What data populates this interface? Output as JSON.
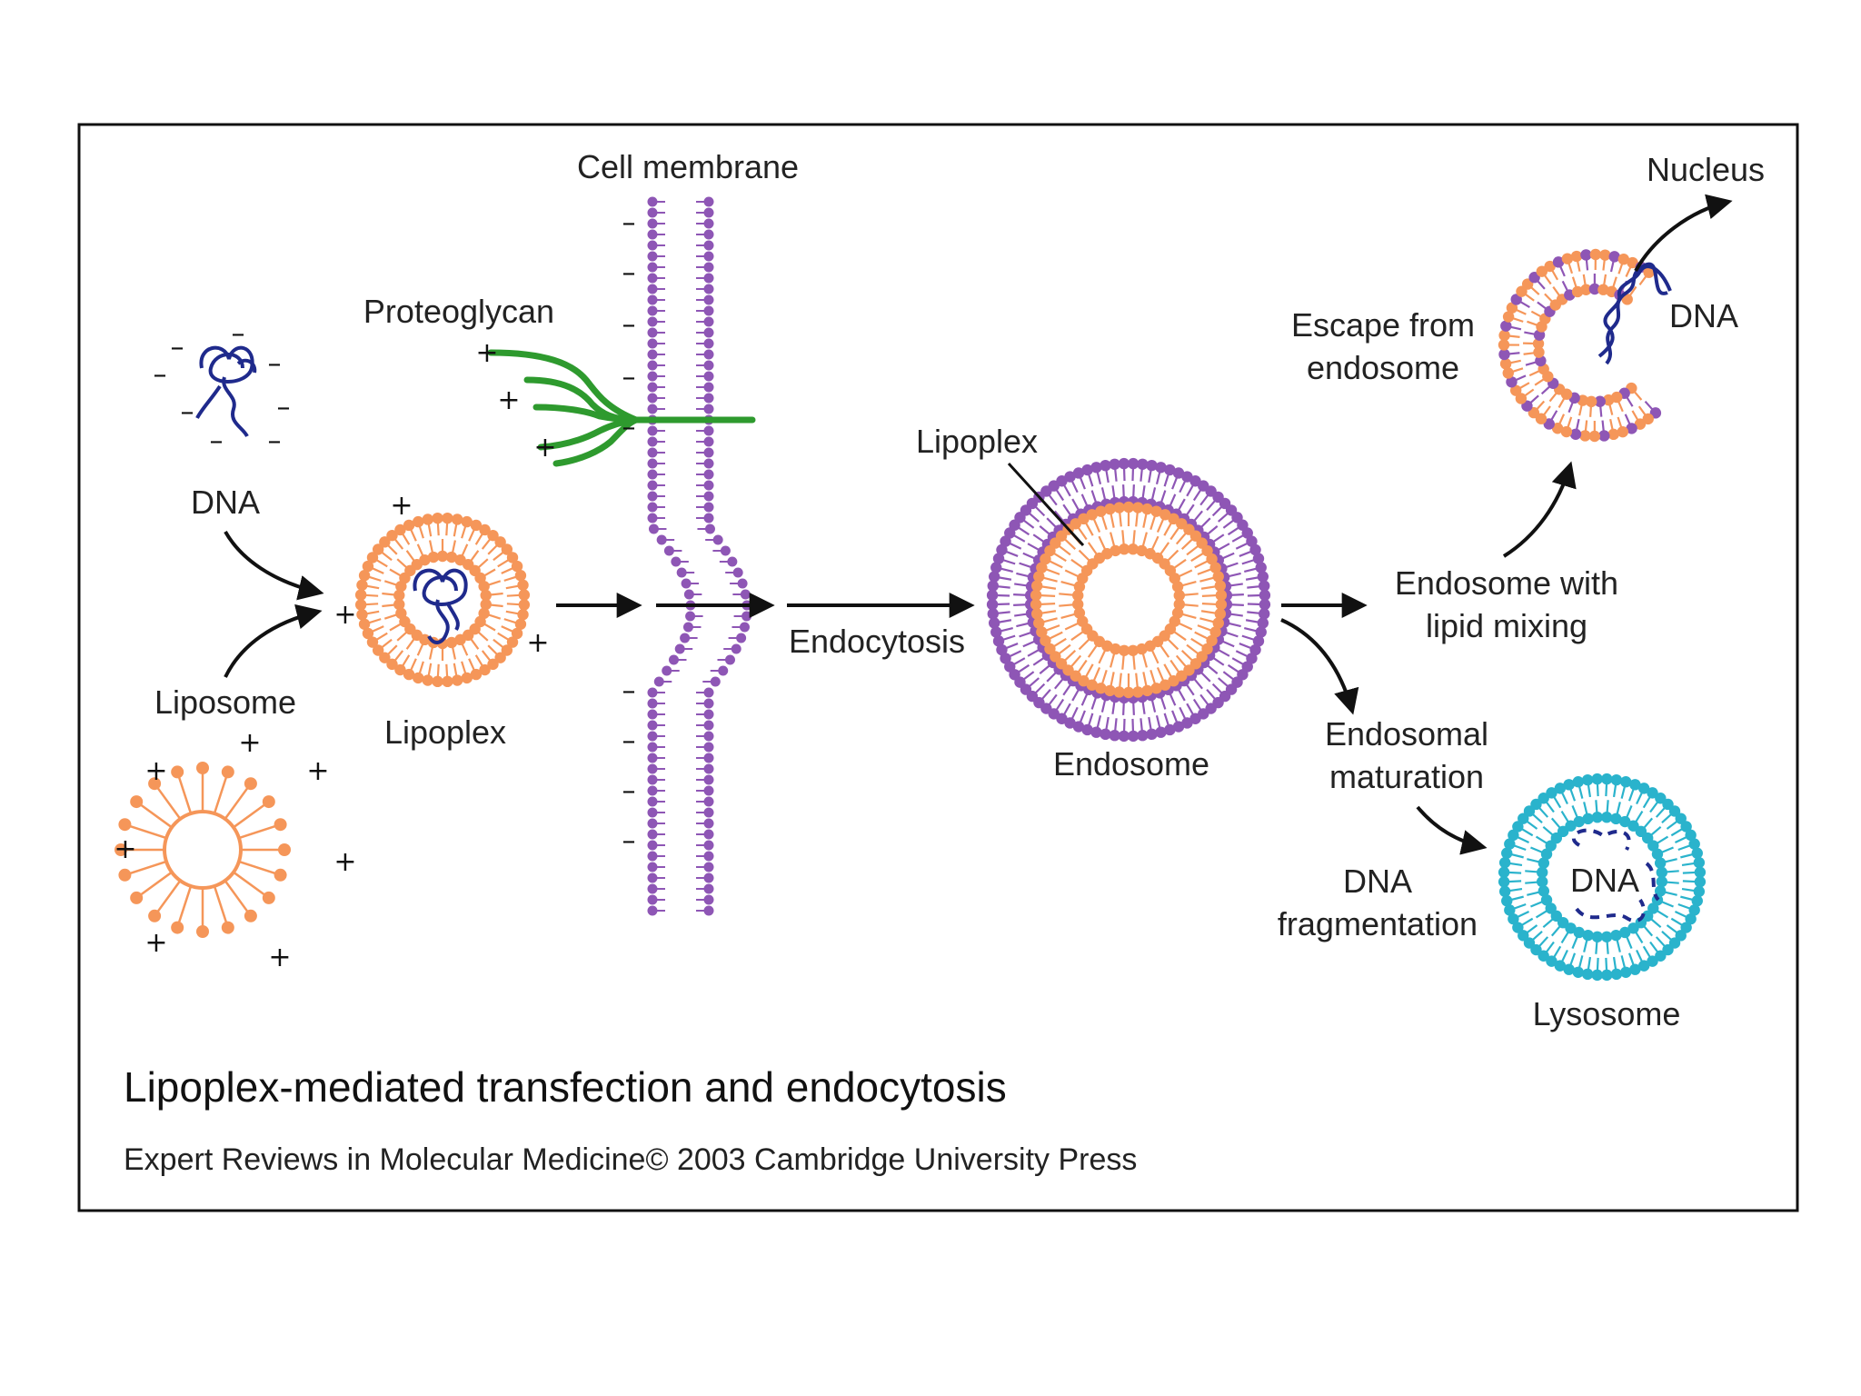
{
  "labels": {
    "cell_membrane": "Cell membrane",
    "proteoglycan": "Proteoglycan",
    "dna": "DNA",
    "liposome": "Liposome",
    "lipoplex_small": "Lipoplex",
    "lipoplex_in_endosome": "Lipoplex",
    "endocytosis": "Endocytosis",
    "endosome": "Endosome",
    "nucleus": "Nucleus",
    "escape_line1": "Escape from",
    "escape_line2": "endosome",
    "dna_escape": "DNA",
    "lipid_mixing_line1": "Endosome with",
    "lipid_mixing_line2": "lipid mixing",
    "maturation_line1": "Endosomal",
    "maturation_line2": "maturation",
    "fragmentation_line1": "DNA",
    "fragmentation_line2": "fragmentation",
    "dna_lysosome": "DNA",
    "lysosome": "Lysosome"
  },
  "signs": {
    "plus": "+",
    "minus": "–"
  },
  "caption": {
    "title": "Lipoplex-mediated transfection and endocytosis",
    "credit": "Expert Reviews in Molecular Medicine© 2003 Cambridge University Press"
  },
  "colors": {
    "liposome_orange": "#F59659",
    "membrane_purple": "#8E56B5",
    "lysosome_cyan": "#2AB3CC",
    "dna_blue": "#1F2A8C",
    "proteoglycan_green": "#2E9A2E",
    "frame": "#111111"
  }
}
